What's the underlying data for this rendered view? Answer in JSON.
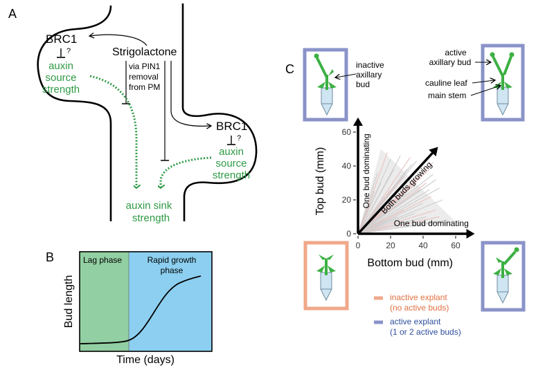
{
  "colors": {
    "green_text": "#2e9a45",
    "plant_green": "#3cb043",
    "lag_fill": "#92cfa2",
    "rapid_fill": "#8ccff0",
    "frame_blue": "#8a93c8",
    "frame_orange": "#f0a889",
    "inactive_text": "#e07040",
    "active_text": "#2c4d9c",
    "tube_fill": "#cfe6f2",
    "line_gray": "#cfcfcf",
    "line_pink": "#e9c4c4"
  },
  "panelA": {
    "label": "A",
    "top_brc1": "BRC1",
    "top_q": "?",
    "top_auxin_source": [
      "auxin",
      "source",
      "strength"
    ],
    "strigolactone": "Strigolactone",
    "pin1_note": [
      "via PIN1",
      "removal",
      "from PM"
    ],
    "bottom_brc1": "BRC1",
    "bottom_q": "?",
    "bottom_auxin_source": [
      "auxin",
      "source",
      "strength"
    ],
    "auxin_sink": [
      "auxin sink",
      "strength"
    ]
  },
  "panelB": {
    "label": "B",
    "lag_phase": "Lag phase",
    "rapid_phase": [
      "Rapid growth",
      "phase"
    ],
    "ylabel": "Bud length",
    "xlabel": "Time (days)"
  },
  "panelC": {
    "label": "C",
    "inactive_axillary_bud": [
      "inactive",
      "axillary",
      "bud"
    ],
    "active_axillary_bud": [
      "active",
      "axillary bud"
    ],
    "cauline_leaf": "cauline leaf",
    "main_stem": "main stem",
    "arrow_one_bud_vertical": "One bud dominating",
    "arrow_both_buds": "Both buds growing",
    "arrow_one_bud_horizontal": "One bud dominating",
    "legend_inactive": [
      "inactive explant",
      "(no active buds)"
    ],
    "legend_active": [
      "active explant",
      "(1 or 2 active buds)"
    ]
  },
  "chart_data": {
    "type": "line",
    "xlabel": "Bottom bud (mm)",
    "ylabel": "Top bud (mm)",
    "xlim": [
      0,
      65
    ],
    "ylim": [
      0,
      65
    ],
    "x_ticks": [
      0,
      20,
      40,
      60
    ],
    "y_ticks": [
      0,
      20,
      40,
      60
    ],
    "series": [
      {
        "values": [
          [
            0,
            0
          ],
          [
            18,
            48
          ]
        ]
      },
      {
        "values": [
          [
            0,
            0
          ],
          [
            20,
            44
          ]
        ]
      },
      {
        "values": [
          [
            0,
            0
          ],
          [
            26,
            46
          ]
        ]
      },
      {
        "values": [
          [
            0,
            0
          ],
          [
            32,
            45
          ]
        ]
      },
      {
        "values": [
          [
            0,
            0
          ],
          [
            36,
            43
          ]
        ]
      },
      {
        "values": [
          [
            0,
            0
          ],
          [
            40,
            41
          ]
        ]
      },
      {
        "values": [
          [
            0,
            0
          ],
          [
            44,
            38
          ]
        ]
      },
      {
        "values": [
          [
            0,
            0
          ],
          [
            46,
            35
          ]
        ]
      },
      {
        "values": [
          [
            0,
            0
          ],
          [
            48,
            32
          ]
        ]
      },
      {
        "values": [
          [
            0,
            0
          ],
          [
            42,
            30
          ]
        ]
      },
      {
        "values": [
          [
            0,
            0
          ],
          [
            38,
            26
          ]
        ]
      },
      {
        "values": [
          [
            0,
            0
          ],
          [
            50,
            27
          ]
        ]
      },
      {
        "values": [
          [
            0,
            0
          ],
          [
            45,
            22
          ]
        ]
      },
      {
        "values": [
          [
            0,
            0
          ],
          [
            40,
            18
          ]
        ]
      },
      {
        "values": [
          [
            0,
            0
          ],
          [
            52,
            20
          ]
        ]
      },
      {
        "values": [
          [
            0,
            0
          ],
          [
            48,
            14
          ]
        ]
      },
      {
        "values": [
          [
            0,
            0
          ],
          [
            34,
            36
          ]
        ]
      },
      {
        "values": [
          [
            0,
            0
          ],
          [
            30,
            38
          ]
        ]
      },
      {
        "values": [
          [
            0,
            0
          ],
          [
            28,
            34
          ]
        ]
      },
      {
        "values": [
          [
            0,
            0
          ],
          [
            24,
            30
          ]
        ]
      },
      {
        "values": [
          [
            0,
            0
          ],
          [
            22,
            38
          ]
        ]
      },
      {
        "values": [
          [
            0,
            0
          ],
          [
            36,
            30
          ]
        ]
      },
      {
        "values": [
          [
            0,
            0
          ],
          [
            30,
            24
          ]
        ]
      },
      {
        "values": [
          [
            0,
            0
          ],
          [
            26,
            20
          ]
        ]
      },
      {
        "values": [
          [
            0,
            0
          ],
          [
            20,
            26
          ]
        ]
      },
      {
        "values": [
          [
            0,
            0
          ],
          [
            16,
            22
          ]
        ]
      },
      {
        "values": [
          [
            0,
            0
          ],
          [
            44,
            26
          ]
        ]
      },
      {
        "values": [
          [
            0,
            0
          ],
          [
            38,
            34
          ]
        ]
      },
      {
        "values": [
          [
            0,
            0
          ],
          [
            14,
            30
          ]
        ]
      },
      {
        "values": [
          [
            0,
            0
          ],
          [
            12,
            36
          ]
        ]
      },
      {
        "values": [
          [
            0,
            0
          ],
          [
            50,
            10
          ]
        ]
      },
      {
        "values": [
          [
            0,
            0
          ],
          [
            42,
            10
          ]
        ]
      },
      {
        "values": [
          [
            0,
            0
          ],
          [
            35,
            12
          ]
        ]
      },
      {
        "values": [
          [
            0,
            0
          ],
          [
            28,
            14
          ]
        ]
      },
      {
        "values": [
          [
            0,
            0
          ],
          [
            24,
            10
          ]
        ]
      },
      {
        "values": [
          [
            0,
            0
          ],
          [
            10,
            25
          ]
        ]
      },
      {
        "values": [
          [
            0,
            0
          ],
          [
            8,
            18
          ]
        ]
      },
      {
        "values": [
          [
            0,
            0
          ],
          [
            18,
            14
          ]
        ]
      },
      {
        "values": [
          [
            0,
            0
          ],
          [
            55,
            8
          ]
        ]
      },
      {
        "values": [
          [
            0,
            0
          ],
          [
            46,
            42
          ]
        ]
      },
      {
        "values": [
          [
            0,
            0
          ],
          [
            33,
            41
          ]
        ]
      }
    ]
  }
}
